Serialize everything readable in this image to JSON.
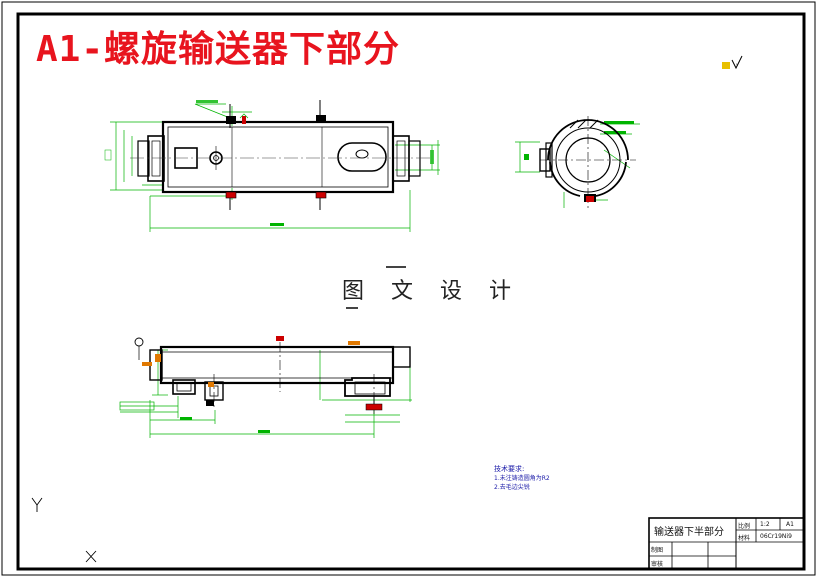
{
  "title": "A1-螺旋输送器下部分",
  "watermark": "图 文 设 计",
  "tech_requirements": {
    "heading": "技术要求:",
    "items": [
      "1.未注铸造圆角为R2",
      "2.去毛边尖锐"
    ]
  },
  "title_block": {
    "drawing_name": "输送器下半部分",
    "scale_label": "比例",
    "scale_value": "1:2",
    "sheet_code": "A1",
    "material_label": "材料",
    "material_value": "06Cr19Ni9",
    "drawn_label": "制图",
    "checked_label": "审核"
  },
  "colors": {
    "outline": "#000000",
    "dimension": "#00b400",
    "center_line": "#3a3a3a",
    "accent_red": "#cc0000",
    "accent_orange": "#e07800",
    "accent_blue": "#1a1aa8",
    "title_red": "#e8141e"
  },
  "icons": [
    "ucs-y-icon",
    "ucs-x-icon",
    "roughness-symbol-icon",
    "datum-symbol-icon"
  ]
}
